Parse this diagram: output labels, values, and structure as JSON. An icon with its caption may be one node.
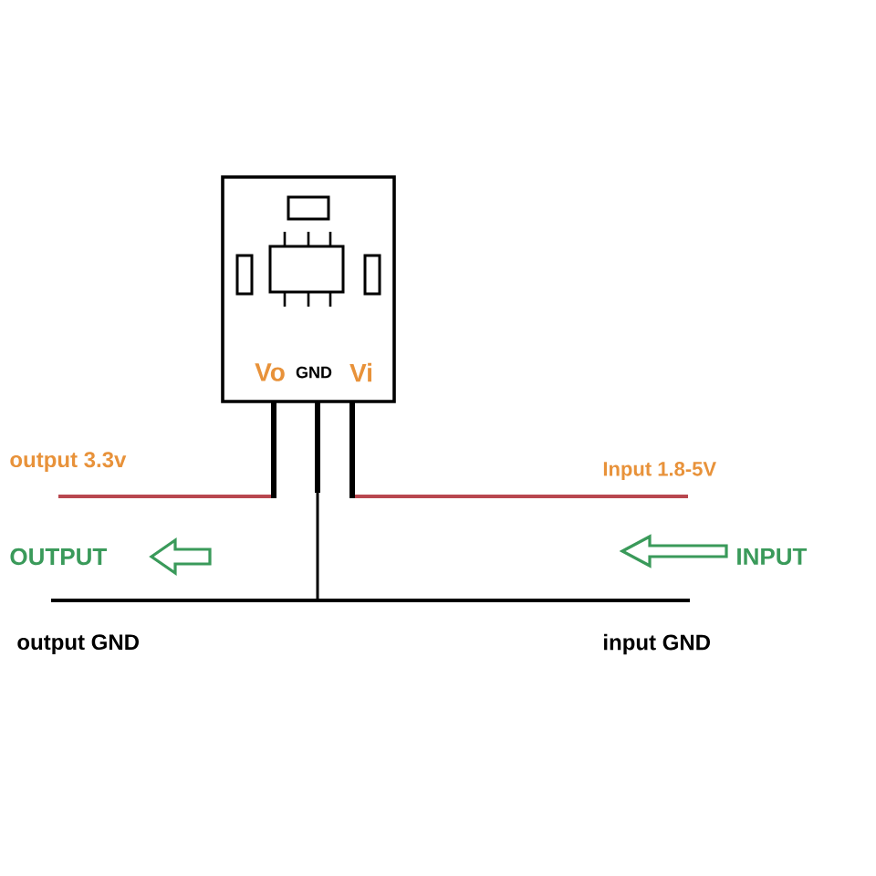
{
  "diagram": {
    "nodes": [
      {
        "text": [
          "Vo",
          "GND",
          "Vi"
        ]
      }
    ],
    "labels": [
      "output 3.3v",
      "Input 1.8-5V",
      "OUTPUT",
      "INPUT",
      "output GND",
      "input GND"
    ]
  }
}
